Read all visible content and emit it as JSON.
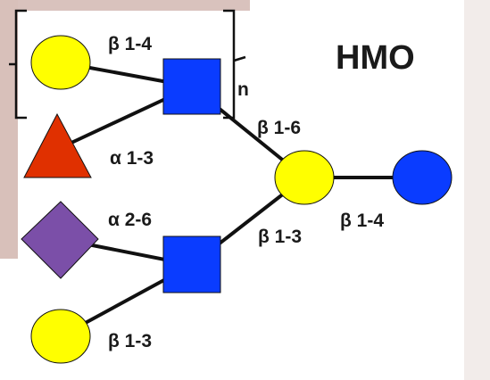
{
  "title": "HMO",
  "repeat_label": "n",
  "colors": {
    "galactose": "#ffff00",
    "glcnac": "#0a3cff",
    "fucose": "#e03000",
    "sialic_acid": "#7b4fa8",
    "glucose": "#0a3cff",
    "edge": "#111111",
    "background_photo": "#d7b8b0"
  },
  "residues": [
    {
      "id": "gal-top",
      "shape": "circle",
      "monosaccharide": "galactose"
    },
    {
      "id": "glcnac-top",
      "shape": "square",
      "monosaccharide": "glcnac"
    },
    {
      "id": "fucose",
      "shape": "triangle",
      "monosaccharide": "fucose"
    },
    {
      "id": "gal-core",
      "shape": "circle",
      "monosaccharide": "galactose"
    },
    {
      "id": "glucose",
      "shape": "circle",
      "monosaccharide": "glucose"
    },
    {
      "id": "sialic-acid",
      "shape": "diamond",
      "monosaccharide": "sialic_acid"
    },
    {
      "id": "glcnac-bottom",
      "shape": "square",
      "monosaccharide": "glcnac"
    },
    {
      "id": "gal-bottom",
      "shape": "circle",
      "monosaccharide": "galactose"
    }
  ],
  "linkages": [
    {
      "from": "gal-top",
      "to": "glcnac-top",
      "label": "β 1-4"
    },
    {
      "from": "fucose",
      "to": "glcnac-top",
      "label": "α 1-3"
    },
    {
      "from": "glcnac-top",
      "to": "gal-core",
      "label": "β 1-6"
    },
    {
      "from": "gal-core",
      "to": "glucose",
      "label": "β 1-4"
    },
    {
      "from": "glcnac-bottom",
      "to": "gal-core",
      "label": "β 1-3"
    },
    {
      "from": "sialic-acid",
      "to": "glcnac-bottom",
      "label": "α 2-6"
    },
    {
      "from": "gal-bottom",
      "to": "glcnac-bottom",
      "label": "β 1-3"
    }
  ]
}
